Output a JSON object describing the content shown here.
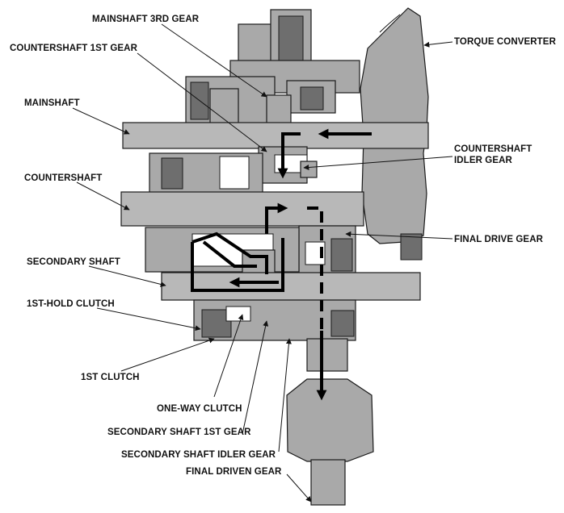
{
  "labels": {
    "mainshaft_3rd_gear": "MAINSHAFT 3RD GEAR",
    "countershaft_1st_gear": "COUNTERSHAFT 1ST GEAR",
    "mainshaft": "MAINSHAFT",
    "countershaft": "COUNTERSHAFT",
    "secondary_shaft": "SECONDARY SHAFT",
    "first_hold_clutch": "1ST-HOLD CLUTCH",
    "first_clutch": "1ST CLUTCH",
    "one_way_clutch": "ONE-WAY CLUTCH",
    "secondary_shaft_1st_gear": "SECONDARY SHAFT 1ST GEAR",
    "secondary_shaft_idler_gear": "SECONDARY SHAFT IDLER GEAR",
    "final_driven_gear": "FINAL DRIVEN GEAR",
    "torque_converter": "TORQUE CONVERTER",
    "countershaft_idler_gear_line1": "COUNTERSHAFT",
    "countershaft_idler_gear_line2": "IDLER GEAR",
    "final_drive_gear": "FINAL DRIVE GEAR"
  },
  "colors": {
    "component_fill": "#a9a9a9",
    "shaft_fill": "#b8b8b8",
    "clutch_pack_fill": "#6e6e6e",
    "power_flow": "#000000",
    "background": "#ffffff"
  }
}
